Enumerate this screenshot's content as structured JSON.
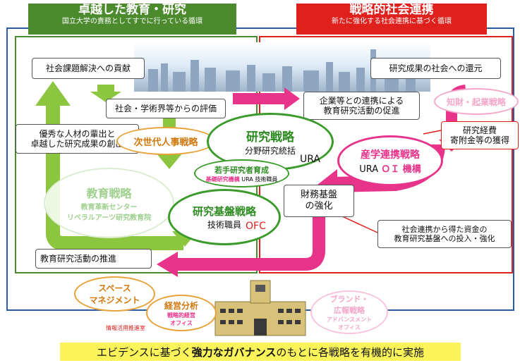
{
  "header_left": {
    "title": "卓越した教育・研究",
    "subtitle": "国立大学の責務としてすでに行っている循環"
  },
  "header_right": {
    "title": "戦略的社会連携",
    "subtitle": "新たに強化する社会連携に基づく循環"
  },
  "boxes": {
    "contribution": "社会課題解決への貢献",
    "evaluation": "社会・学術界等からの評価",
    "talent_line1": "優秀な人材の輩出と",
    "talent_line2": "卓越した研究成果の創出",
    "promotion": "教育研究活動の推進",
    "return": "研究成果の社会への還元",
    "collab_line1": "企業等との連携による",
    "collab_line2": "教育研究活動の促進",
    "funds_line1": "研究経費",
    "funds_line2": "寄附金等の獲得",
    "finance_line1": "財務基盤",
    "finance_line2": "の強化",
    "invest_line1": "社会連携から得た資金の",
    "invest_line2": "教育研究基盤への投入・強化"
  },
  "strategies": {
    "research": {
      "title": "研究戦略",
      "sub": "分野研究統括",
      "ura": "URA"
    },
    "young": {
      "title": "若手研究者育成",
      "sub": "基礎研究機構",
      "ura": "URA 技術職員"
    },
    "base": {
      "title": "研究基盤戦略",
      "sub": "技術職員",
      "ofc": "OFC"
    },
    "next_gen": "次世代人事戦略",
    "education": {
      "title": "教育戦略",
      "line1": "教育革新センター",
      "line2": "リベラルアーツ研究教育院"
    },
    "industry": {
      "title": "産学連携戦略",
      "ura": "URA",
      "oi": "ＯＩ 機構"
    },
    "ip": "知財・起業戦略",
    "space_line1": "スペース",
    "space_line2": "マネジメント",
    "mgmt": {
      "title": "経営分析",
      "line1": "戦略的経営",
      "line2": "オフィス"
    },
    "info": "情報活用推進室",
    "brand": {
      "line1": "ブランド・",
      "line2": "広報戦略",
      "sub1": "アドバンスメント",
      "sub2": "オフィス"
    }
  },
  "banner": {
    "pre": "エビデンスに基づく",
    "strong": "強力なガバナンス",
    "post": "のもとに各戦略を有機的に実施"
  },
  "colors": {
    "green": "#4c8a2e",
    "red": "#e0201c",
    "pink": "#e8338a",
    "lightgreen": "#8cc63f",
    "banner": "#fbf35a",
    "blue": "#2a5aa8"
  }
}
